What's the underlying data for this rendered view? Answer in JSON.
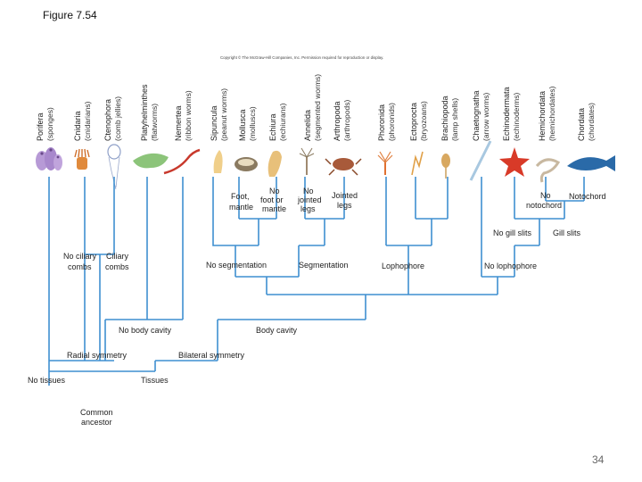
{
  "figure_title": "Figure 7.54",
  "copyright": "Copyright © The McGraw-Hill Companies, Inc. Permission required for reproduction or display.",
  "page_number": "34",
  "phyla": [
    {
      "name": "Porifera",
      "common": "(sponges)"
    },
    {
      "name": "Cnidaria",
      "common": "(cnidarians)"
    },
    {
      "name": "Ctenophora",
      "common": "(comb jellies)"
    },
    {
      "name": "Platyhelminthes",
      "common": "(flatworms)"
    },
    {
      "name": "Nemertea",
      "common": "(ribbon worms)"
    },
    {
      "name": "Sipuncula",
      "common": "(peanut worms)"
    },
    {
      "name": "Mollusca",
      "common": "(molluscs)"
    },
    {
      "name": "Echiura",
      "common": "(echiurans)"
    },
    {
      "name": "Annelida",
      "common": "(segmented worms)"
    },
    {
      "name": "Arthropoda",
      "common": "(arthropods)"
    },
    {
      "name": "Phoronida",
      "common": "(phoronids)"
    },
    {
      "name": "Ectoprocta",
      "common": "(bryozoans)"
    },
    {
      "name": "Brachiopoda",
      "common": "(lamp shells)"
    },
    {
      "name": "Chaetognatha",
      "common": "(arrow worms)"
    },
    {
      "name": "Echinodermata",
      "common": "(echinoderms)"
    },
    {
      "name": "Hemichordata",
      "common": "(hemichordates)"
    },
    {
      "name": "Chordata",
      "common": "(chordates)"
    }
  ],
  "traits": {
    "foot_mantle": [
      "Foot,",
      "mantle"
    ],
    "no_foot_mantle": [
      "No",
      "foot or",
      "mantle"
    ],
    "no_jointed_legs": [
      "No",
      "jointed",
      "legs"
    ],
    "jointed_legs": [
      "Jointed",
      "legs"
    ],
    "no_notochord": [
      "No",
      "notochord"
    ],
    "notochord": "Notochord",
    "no_gill_slits": "No gill slits",
    "gill_slits": "Gill slits",
    "no_ciliary_combs": [
      "No ciliary",
      "combs"
    ],
    "ciliary_combs": [
      "Ciliary",
      "combs"
    ],
    "no_segmentation": "No segmentation",
    "segmentation": "Segmentation",
    "lophophore": "Lophophore",
    "no_lophophore": "No lophophore",
    "no_body_cavity": "No body cavity",
    "body_cavity": "Body cavity",
    "radial_symmetry": "Radial symmetry",
    "bilateral_symmetry": "Bilateral symmetry",
    "no_tissues": "No tissues",
    "tissues": "Tissues",
    "common_ancestor": [
      "Common",
      "ancestor"
    ]
  },
  "colors": {
    "tree_line": "#3f8fd0",
    "porifera": "#b79ad6",
    "cnidaria": "#e08a3c",
    "ctenophora": "#8fa0c8",
    "flatworm": "#8cc47a",
    "nemertea": "#c8392c",
    "sipuncula": "#f0cf8a",
    "mollusca": "#8a7a60",
    "echiura": "#e8c07a",
    "annelida": "#a08a70",
    "arthropoda": "#a85a3a",
    "phoronida": "#e07030",
    "ectoprocta": "#e0a048",
    "brachiopoda": "#d8a860",
    "chaetognatha": "#a8c8e0",
    "echinodermata": "#d83a28",
    "hemichordata": "#c8b8a0",
    "chordata": "#2a6aa8"
  }
}
